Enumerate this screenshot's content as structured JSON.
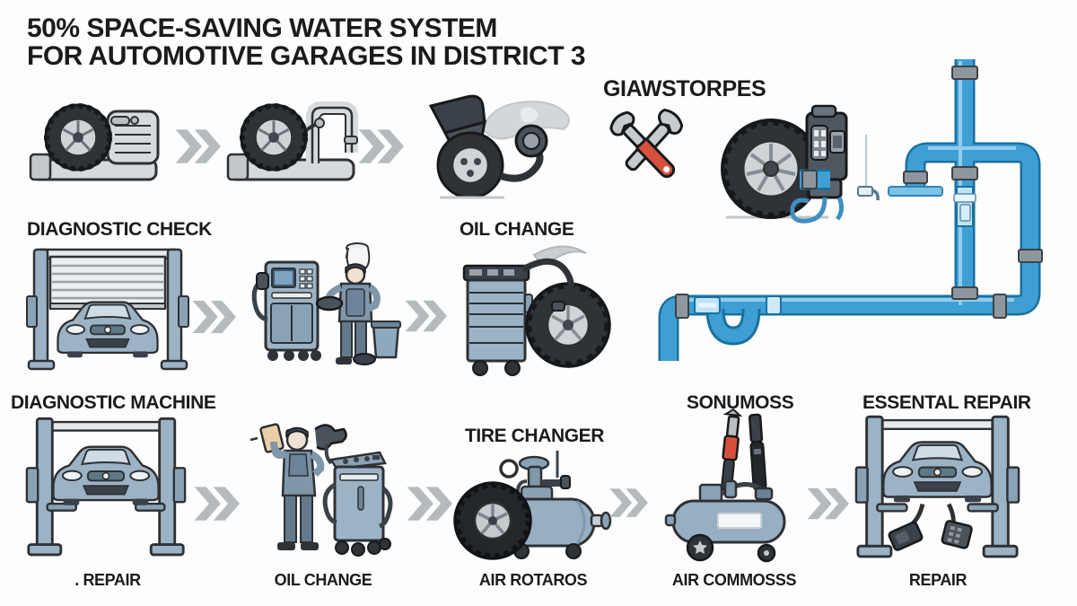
{
  "title": {
    "line1": "50% SPACE-SAVING WATER SYSTEM",
    "line2": "FOR AUTOMOTIVE GARAGES IN DISTRICT 3"
  },
  "top_section": {
    "giawstorpes_label": "GIAWSTORPES"
  },
  "middle_section": {
    "diagnostic_check_label": "DIAGNOSTIC CHECK",
    "oil_change_label": "OIL CHANGE"
  },
  "bottom_section": {
    "diagnostic_machine_label": "DIAGNOSTIC MACHINE",
    "tire_changer_label": "TIRE CHANGER",
    "sonumoss_label": "SONUMOSS",
    "essental_repair_label": "ESSENTAL REPAIR"
  },
  "captions": {
    "repair_left": ". REPAIR",
    "oil_change": "OIL CHANGE",
    "air_rotaros": "AIR ROTAROS",
    "air_commosss": "AIR COMMOSSS",
    "repair_right": "REPAIR"
  },
  "colors": {
    "background": "#fdfdfd",
    "text": "#1b1b1d",
    "chevron_gray": "#b5babd",
    "pipe_blue": "#3f9fd4",
    "pipe_outline": "#18719f",
    "pipe_light": "#bfe2f4",
    "coupling_gray": "#8e979e",
    "illustration_gray": "#d7dadc",
    "illustration_blue": "#9cb3c6",
    "tire_dark": "#2f3338",
    "tool_red": "#d8503c",
    "metal": "#c6cbd0"
  }
}
